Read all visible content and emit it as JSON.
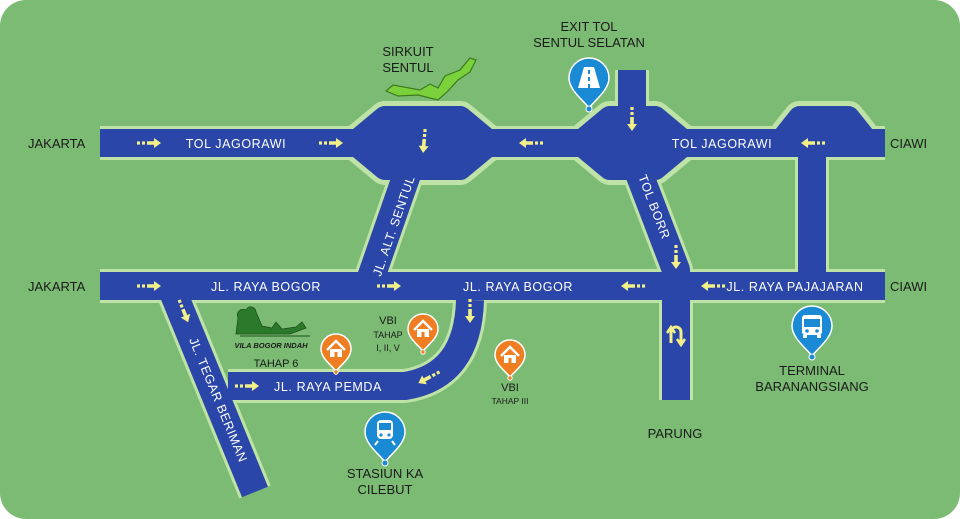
{
  "places": {
    "jakarta_top": "JAKARTA",
    "jakarta_mid": "JAKARTA",
    "ciawi_top": "CIAWI",
    "ciawi_mid": "CIAWI",
    "parung": "PARUNG",
    "sirkuit_line1": "SIRKUIT",
    "sirkuit_line2": "SENTUL",
    "exit_line1": "EXIT TOL",
    "exit_line2": "SENTUL SELATAN",
    "terminal_line1": "TERMINAL",
    "terminal_line2": "BARANANGSIANG",
    "stasiun_line1": "STASIUN KA",
    "stasiun_line2": "CILEBUT",
    "vbi1_line1": "VBI",
    "vbi1_line2": "TAHAP",
    "vbi1_line3": "I, II, V",
    "vbi3_line1": "VBI",
    "vbi3_line2": "TAHAP III",
    "vila_tahap": "TAHAP 6",
    "vila_logo_text": "VILA BOGOR INDAH"
  },
  "roads": {
    "tol_jagorawi_left": "TOL JAGORAWI",
    "tol_jagorawi_right": "TOL JAGORAWI",
    "raya_bogor_left": "JL. RAYA BOGOR",
    "raya_bogor_right": "JL. RAYA BOGOR",
    "raya_pajajaran": "JL. RAYA PAJAJARAN",
    "alt_sentul": "JL. ALT. SENTUL",
    "tol_borr": "TOL BORR",
    "raya_pemda": "JL. RAYA PEMDA",
    "tegar_beriman": "JL. TEGAR BERIMAN"
  },
  "icons": {
    "highway": "highway-icon",
    "bus": "bus-icon",
    "train": "train-icon",
    "house": "house-icon",
    "arrow": "direction-arrow-icon",
    "uturn": "u-turn-icon"
  },
  "colors": {
    "background": "#7cbb74",
    "road": "#2a46a8",
    "road_edge": "#bfe3a6",
    "arrow": "#f3f08a",
    "pin_blue": "#1a8ad4",
    "pin_orange": "#ef7d22",
    "circuit": "#7ad13c"
  }
}
